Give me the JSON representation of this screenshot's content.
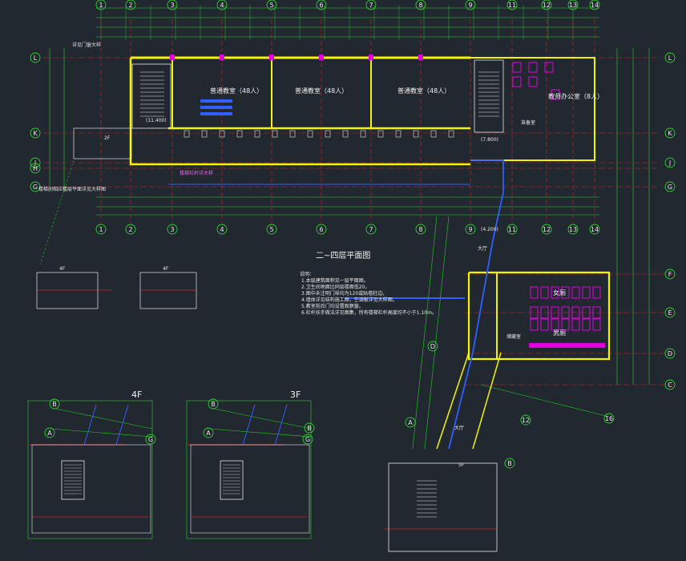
{
  "drawing": {
    "plan_title": "二~四层平面图",
    "detail_titles": {
      "d4f": "4F",
      "d3f": "3F",
      "small_4f_a": "4F",
      "small_4f_b": "4F",
      "stair_2f": "2F",
      "stair_5f": "5F"
    },
    "axes_top": [
      "1",
      "2",
      "3",
      "4",
      "5",
      "6",
      "7",
      "8",
      "9",
      "11",
      "12",
      "13",
      "14"
    ],
    "axes_left": [
      "L",
      "K",
      "J",
      "H",
      "G"
    ],
    "axes_right": [
      "L",
      "K",
      "J",
      "G",
      "F",
      "E",
      "D",
      "C"
    ],
    "wing_axes": [
      "D",
      "A",
      "B",
      "G",
      "12",
      "16"
    ],
    "rooms": {
      "classroom_1": "普通教室（48人）",
      "classroom_2": "普通教室（48人）",
      "classroom_3": "普通教室（48人）",
      "office": "教师办公室（8人）",
      "wc_m": "男厕",
      "wc_f": "女厕",
      "prep": "准备室",
      "hall_1": "大厅",
      "hall_2": "大厅",
      "storage": "储藏室"
    },
    "notes_title": "说明：",
    "notes": [
      "1.本层建筑面积见一层平面图。",
      "2.卫生间地面比同层楼面低20。",
      "3.图中未注明门垛均为120或贴墙柱边。",
      "4.墙体详见结构施工图，空调板详见大样图。",
      "5.教室前后门均设置观察窗。",
      "6.栏杆扶手做法详见图集，所有楼梯栏杆高度均不小于1.10m。"
    ],
    "side_note_top": "详见门窗大样",
    "side_note_left": "楼梯间相应楼层平面详见大样图",
    "elev_labels": [
      "(11.400)",
      "(7.800)",
      "(4.200)"
    ],
    "pink_label": "楼梯栏杆详大样"
  },
  "colors": {
    "background": "#212830",
    "axis": "#2fd12f",
    "wall": "#f4f400",
    "gridline": "#d02020",
    "dim": "#2ad02a",
    "magenta": "#e000e0",
    "blue": "#2f5fff",
    "white": "#e6e6e6"
  }
}
